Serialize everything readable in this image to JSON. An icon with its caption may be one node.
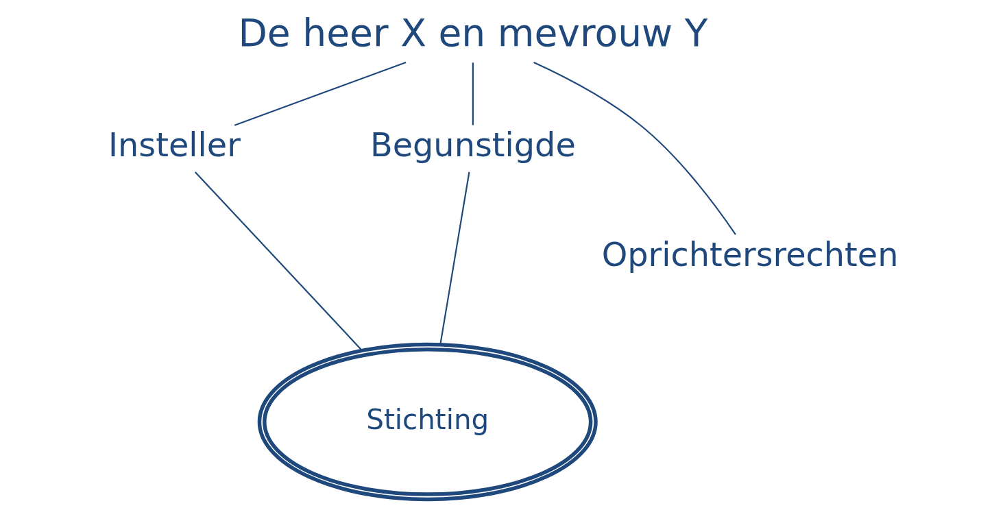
{
  "diagram": {
    "nodes": [
      {
        "text": [
          "De heer X en mevrouw Y"
        ]
      },
      {
        "text": [
          "Insteller"
        ]
      },
      {
        "text": [
          "Begunstigde"
        ]
      },
      {
        "text": [
          "Oprichtersrechten"
        ]
      },
      {
        "text": [
          "Stichting"
        ]
      }
    ],
    "edges": [
      {
        "from": 0,
        "to": 1,
        "arrow": "none"
      },
      {
        "from": 0,
        "to": 3,
        "arrow": "none"
      },
      {
        "from": 0,
        "to": 2,
        "arrow": "none"
      },
      {
        "from": 1,
        "to": 4,
        "arrow": "none"
      },
      {
        "from": 2,
        "to": 4,
        "arrow": "none"
      }
    ]
  }
}
